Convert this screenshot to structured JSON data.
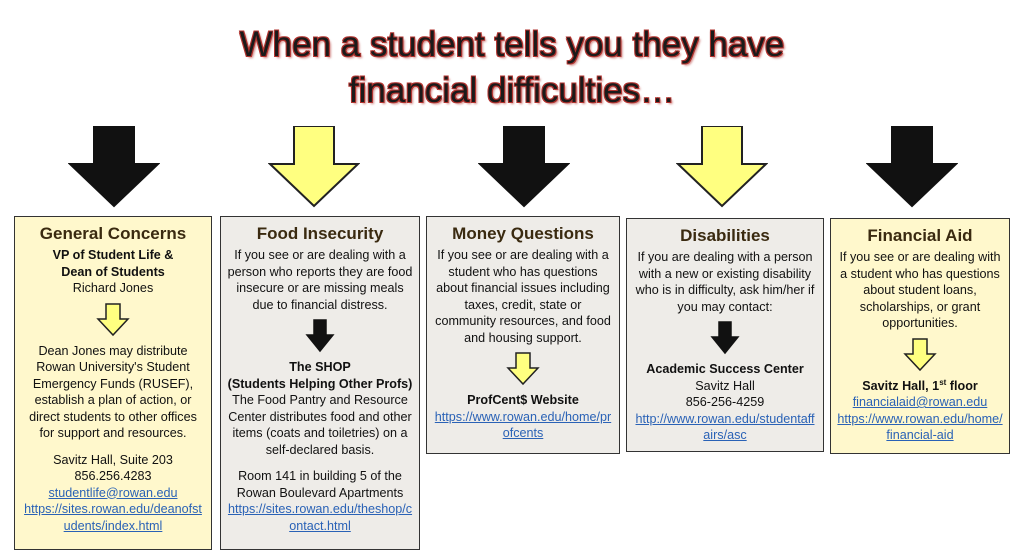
{
  "title": {
    "line1": "When a student tells you they have",
    "line2": "financial difficulties…"
  },
  "colors": {
    "yellow_box": "#fff8cc",
    "gray_box": "#eeece8",
    "arrow_black": "#111111",
    "arrow_yellow": "#ffff80",
    "link": "#2a62b6",
    "title_outline": "#b0322e"
  },
  "arrows": [
    "black",
    "yellow",
    "black",
    "yellow",
    "black"
  ],
  "boxes": {
    "general": {
      "heading": "General Concerns",
      "role1": "VP of Student Life &",
      "role2": "Dean of Students",
      "name": "Richard Jones",
      "body": "Dean Jones may distribute Rowan University's Student Emergency Funds (RUSEF), establish a plan of action, or direct students to other offices for support and resources.",
      "location": "Savitz Hall, Suite 203",
      "phone": "856.256.4283",
      "email": "studentlife@rowan.edu",
      "url": "https://sites.rowan.edu/deanofstudents/index.html"
    },
    "food": {
      "heading": "Food Insecurity",
      "intro": "If you see or are dealing with a person who reports they are food insecure or are missing meals due to financial distress.",
      "program1": "The SHOP",
      "program2": "(Students Helping Other Profs)",
      "body": "The Food Pantry and Resource Center distributes food and other items (coats and toiletries) on a self-declared basis.",
      "location": "Room 141 in building 5 of the Rowan Boulevard Apartments",
      "url": "https://sites.rowan.edu/theshop/contact.html"
    },
    "money": {
      "heading": "Money Questions",
      "intro": "If you see or are dealing with a student who has questions about financial issues including taxes, credit, state or community resources, and food and housing support.",
      "resource": "ProfCent$ Website",
      "url": "https://www.rowan.edu/home/profcents"
    },
    "disabilities": {
      "heading": "Disabilities",
      "intro": "If you are dealing with a person with a new or existing disability who is in difficulty, ask him/her if you may contact:",
      "office": "Academic Success Center",
      "location": "Savitz Hall",
      "phone": "856-256-4259",
      "url": "http://www.rowan.edu/studentaffairs/asc"
    },
    "aid": {
      "heading": "Financial Aid",
      "intro": "If you see or are dealing with a student who has questions about student loans, scholarships, or grant opportunities.",
      "location_main": "Savitz Hall, 1",
      "location_sup": "st",
      "location_tail": " floor",
      "email": "financialaid@rowan.edu",
      "url": "https://www.rowan.edu/home/financial-aid"
    }
  }
}
